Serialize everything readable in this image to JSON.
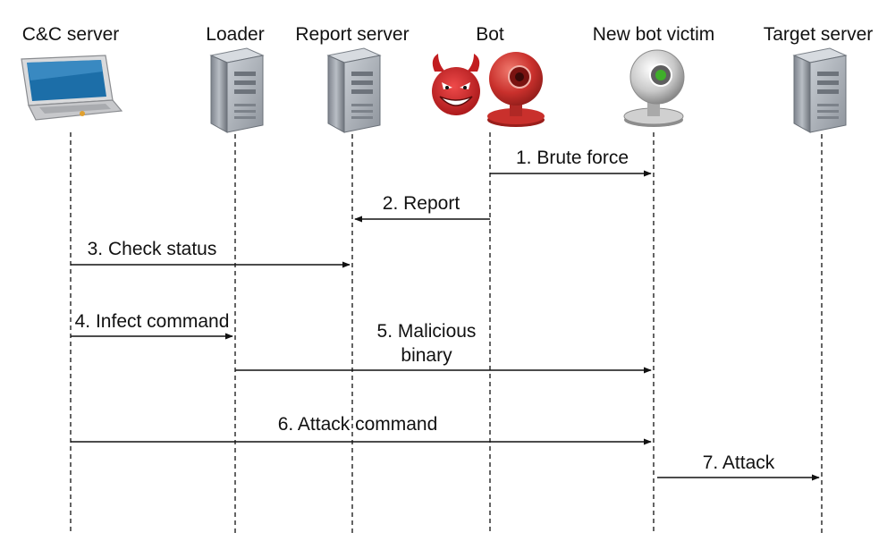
{
  "actors": [
    {
      "id": "cnc",
      "label": "C&C server",
      "icon": "laptop-icon"
    },
    {
      "id": "loader",
      "label": "Loader",
      "icon": "server-tower-icon"
    },
    {
      "id": "report",
      "label": "Report server",
      "icon": "server-tower-icon"
    },
    {
      "id": "bot",
      "label": "Bot",
      "icon": "devil-webcam-icon"
    },
    {
      "id": "victim",
      "label": "New bot victim",
      "icon": "webcam-icon"
    },
    {
      "id": "target",
      "label": "Target server",
      "icon": "server-tower-icon"
    }
  ],
  "messages": [
    {
      "step": "1. Brute force",
      "from": "bot",
      "to": "victim"
    },
    {
      "step": "2. Report",
      "from": "bot",
      "to": "report"
    },
    {
      "step": "3. Check status",
      "from": "cnc",
      "to": "report"
    },
    {
      "step": "4. Infect command",
      "from": "cnc",
      "to": "loader"
    },
    {
      "step_lines": [
        "5. Malicious",
        "binary"
      ],
      "from": "loader",
      "to": "victim"
    },
    {
      "step": "6. Attack command",
      "from": "cnc",
      "to": "victim"
    },
    {
      "step": "7. Attack",
      "from": "victim",
      "to": "target"
    }
  ],
  "colors": {
    "line": "#111111",
    "devil": "#d8262a",
    "webcam_red": "#c9302c",
    "webcam_grey": "#bdbdbd",
    "lens_green": "#3fae2a",
    "server": "#9aa0a8"
  }
}
